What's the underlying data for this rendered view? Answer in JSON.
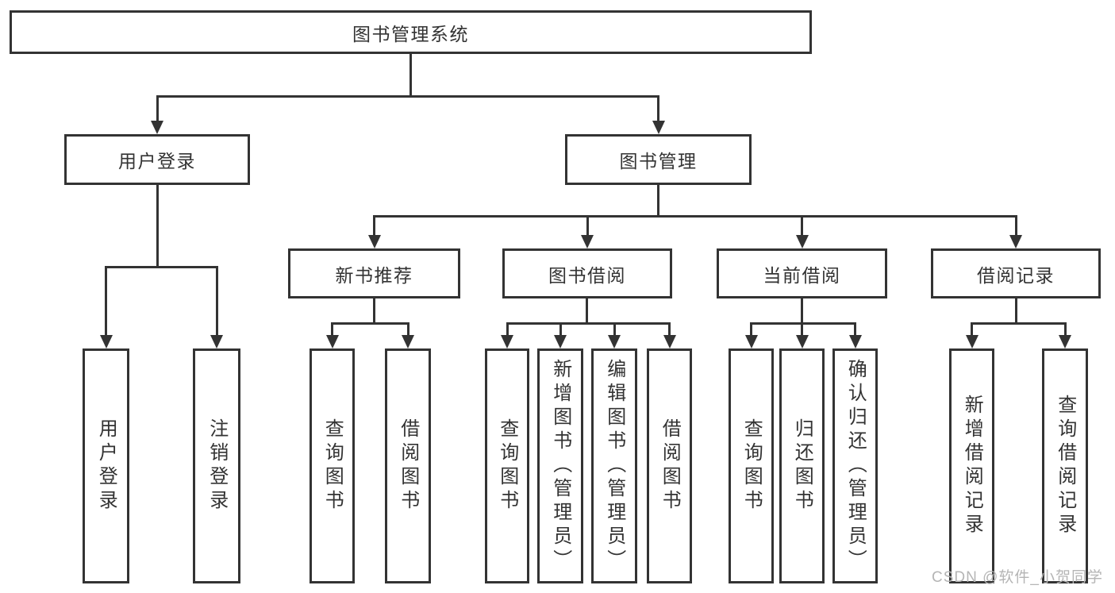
{
  "diagram_type": "hierarchy-tree",
  "colors": {
    "background": "#ffffff",
    "line": "#333333",
    "text": "#333333",
    "watermark_text_color": "#b5b5b5"
  },
  "tree": {
    "label": "图书管理系统",
    "children": [
      {
        "label": "用户登录",
        "children": [
          {
            "label": "用户登录"
          },
          {
            "label": "注销登录"
          }
        ]
      },
      {
        "label": "图书管理",
        "children": [
          {
            "label": "新书推荐",
            "children": [
              {
                "label": "查询图书"
              },
              {
                "label": "借阅图书"
              }
            ]
          },
          {
            "label": "图书借阅",
            "children": [
              {
                "label": "查询图书"
              },
              {
                "label": "新增图书（管理员）"
              },
              {
                "label": "编辑图书（管理员）"
              },
              {
                "label": "借阅图书"
              }
            ]
          },
          {
            "label": "当前借阅",
            "children": [
              {
                "label": "查询图书"
              },
              {
                "label": "归还图书"
              },
              {
                "label": "确认归还（管理员）"
              }
            ]
          },
          {
            "label": "借阅记录",
            "children": [
              {
                "label": "新增借阅记录"
              },
              {
                "label": "查询借阅记录"
              }
            ]
          }
        ]
      }
    ]
  },
  "watermark": {
    "text": "CSDN @软件_小贺同学"
  }
}
